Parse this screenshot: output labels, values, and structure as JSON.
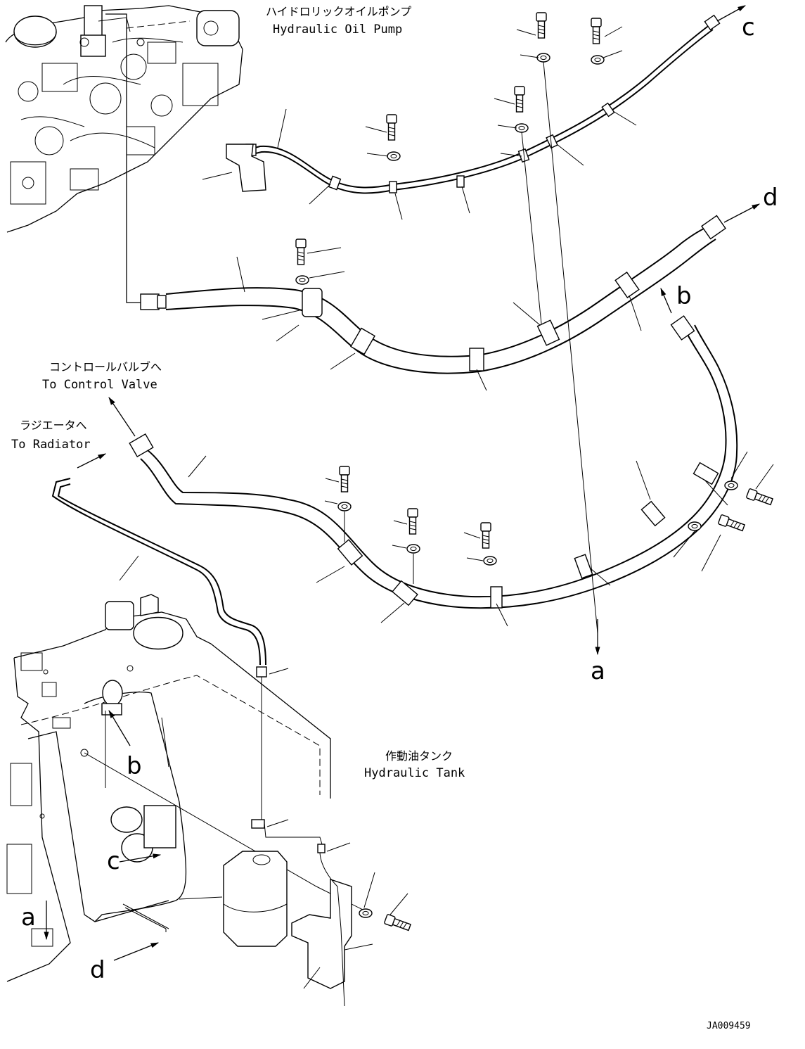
{
  "labels": {
    "pump_jp": "ハイドロリックオイルポンプ",
    "pump_en": "Hydraulic Oil Pump",
    "control_jp": "コントロールバルブへ",
    "control_en": "To Control Valve",
    "radiator_jp": "ラジエータへ",
    "radiator_en": "To Radiator",
    "tank_jp": "作動油タンク",
    "tank_en": "Hydraulic Tank",
    "drawing_id": "JA009459"
  },
  "callouts": {
    "c_top": "c",
    "d_top": "d",
    "b_top": "b",
    "a_mid": "a",
    "b_low": "b",
    "c_low": "c",
    "a_low": "a",
    "d_low": "d"
  }
}
